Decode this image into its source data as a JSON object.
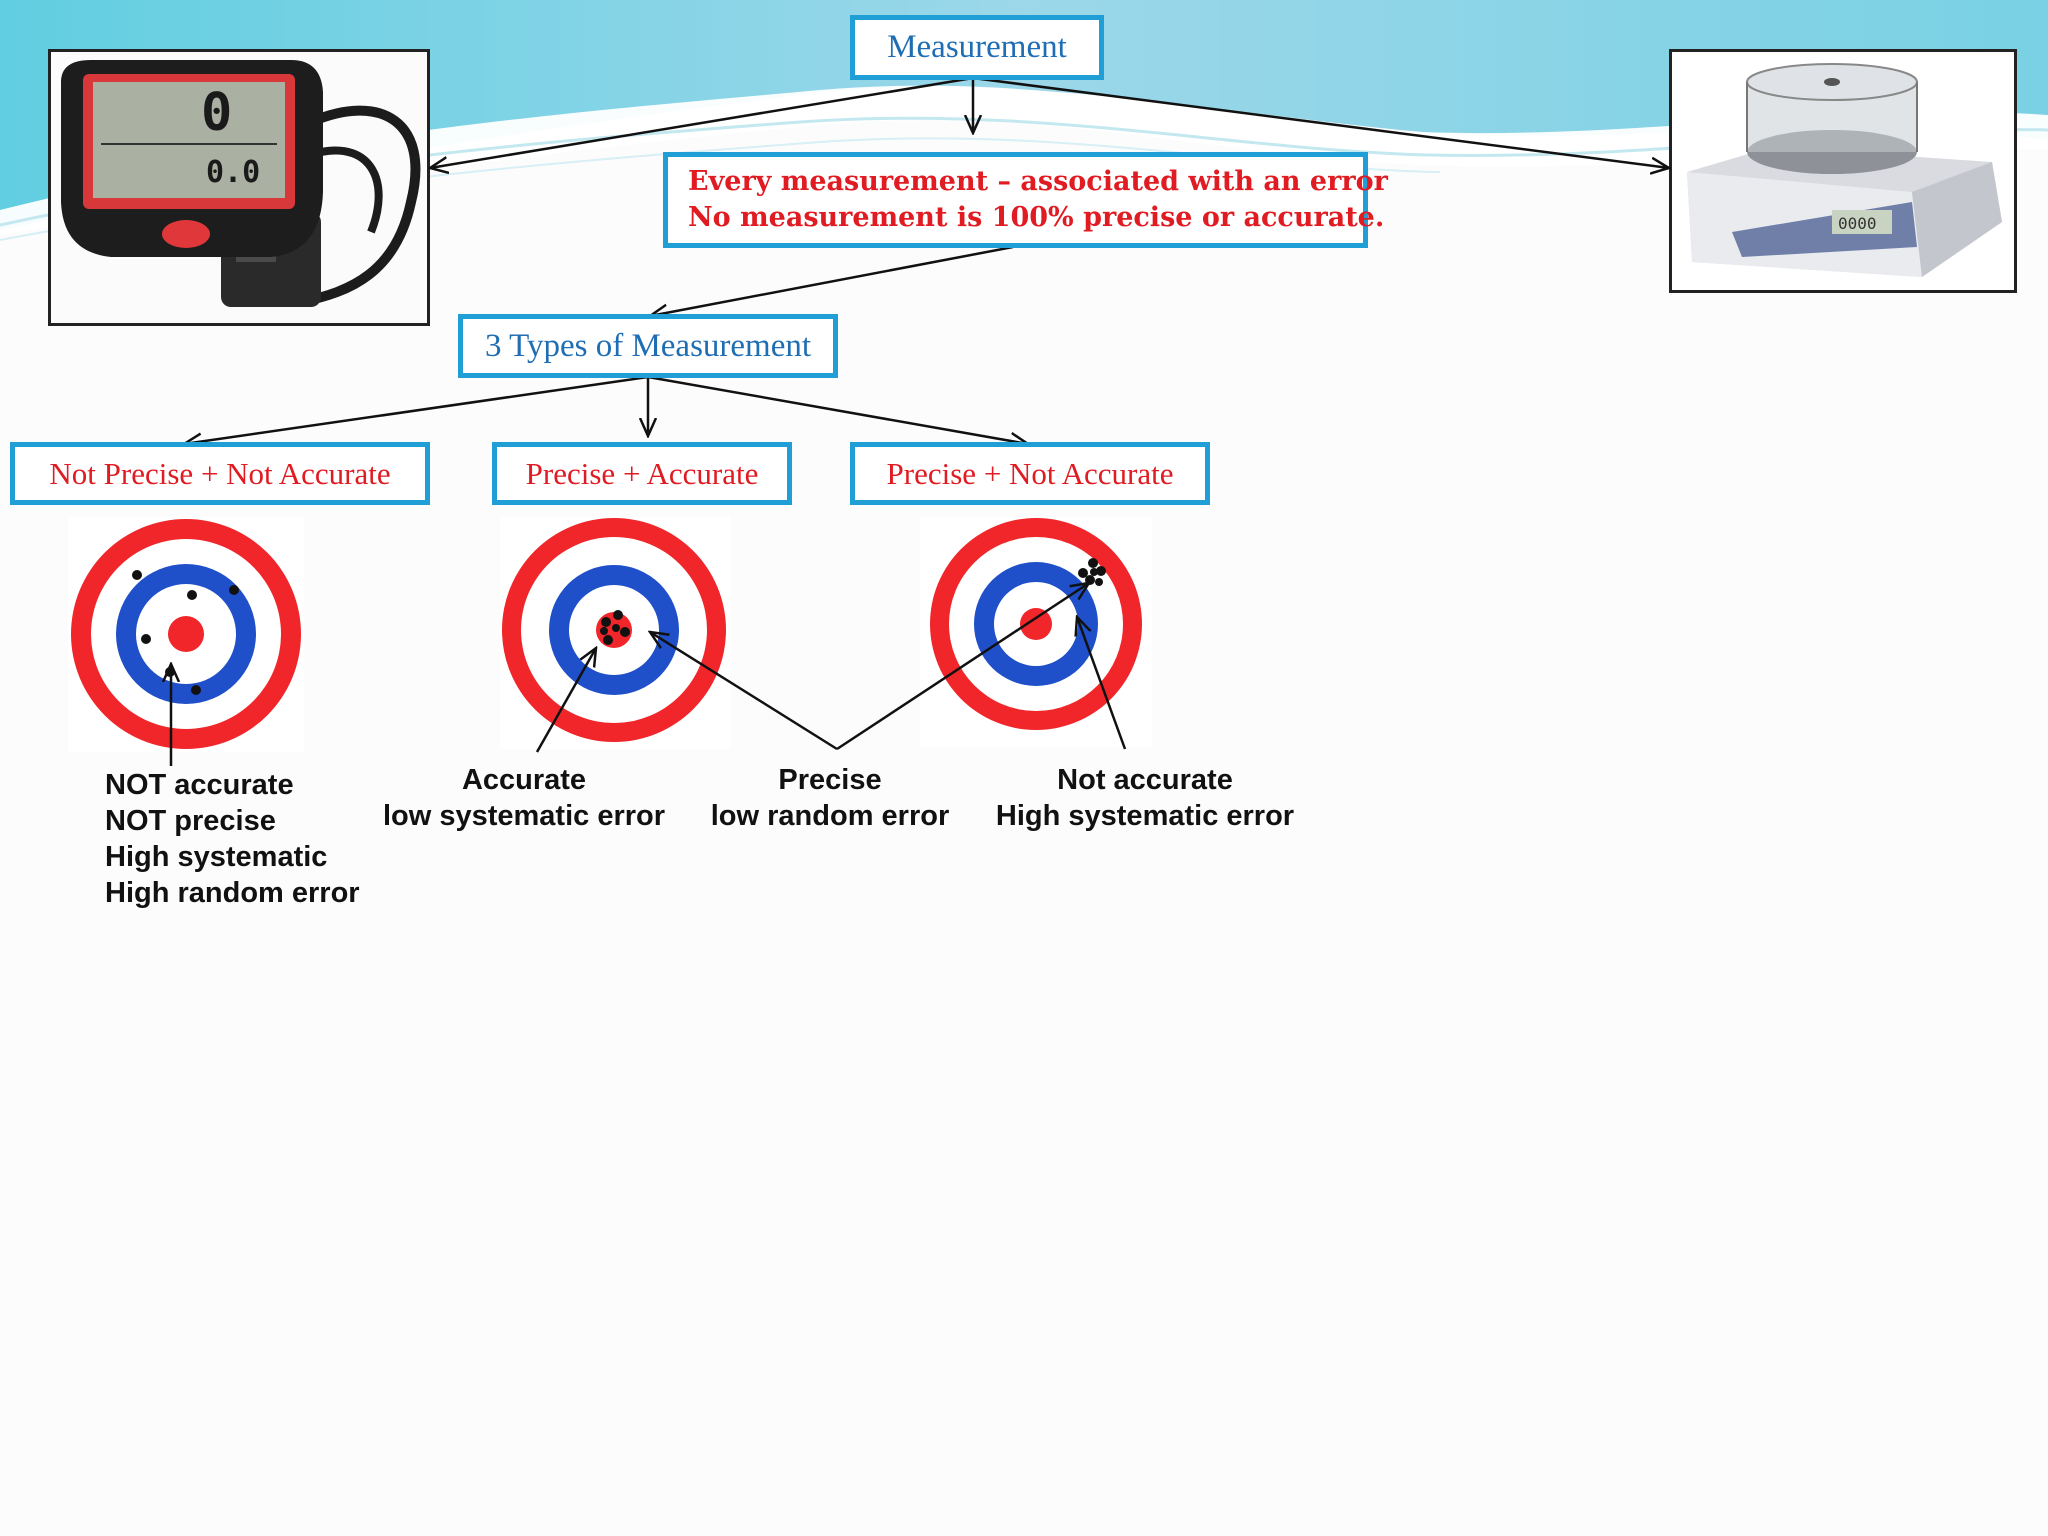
{
  "top_node": "Measurement",
  "error_note": {
    "line1": "Every measurement – associated with an error",
    "line2": "No measurement is 100% precise or accurate."
  },
  "types_node": "3 Types of Measurement",
  "categories": [
    {
      "title": "Not Precise + Not Accurate"
    },
    {
      "title": "Precise + Accurate"
    },
    {
      "title": "Precise + Not Accurate"
    }
  ],
  "descriptions": {
    "left": [
      "NOT accurate",
      "NOT precise",
      "High systematic",
      "High random error"
    ],
    "accurate": [
      "Accurate",
      "low systematic error"
    ],
    "precise": [
      "Precise",
      "low random error"
    ],
    "not_accurate": [
      "Not accurate",
      "High systematic error"
    ]
  },
  "devices": {
    "bike_display_top": "0",
    "bike_display_bottom": "0.0",
    "scale_display": "0000"
  },
  "colors": {
    "box_border": "#1f9fd6",
    "title_blue": "#1f6db3",
    "accent_red": "#e01b22",
    "target_red": "#f0262a",
    "target_blue": "#1f4fc9"
  }
}
